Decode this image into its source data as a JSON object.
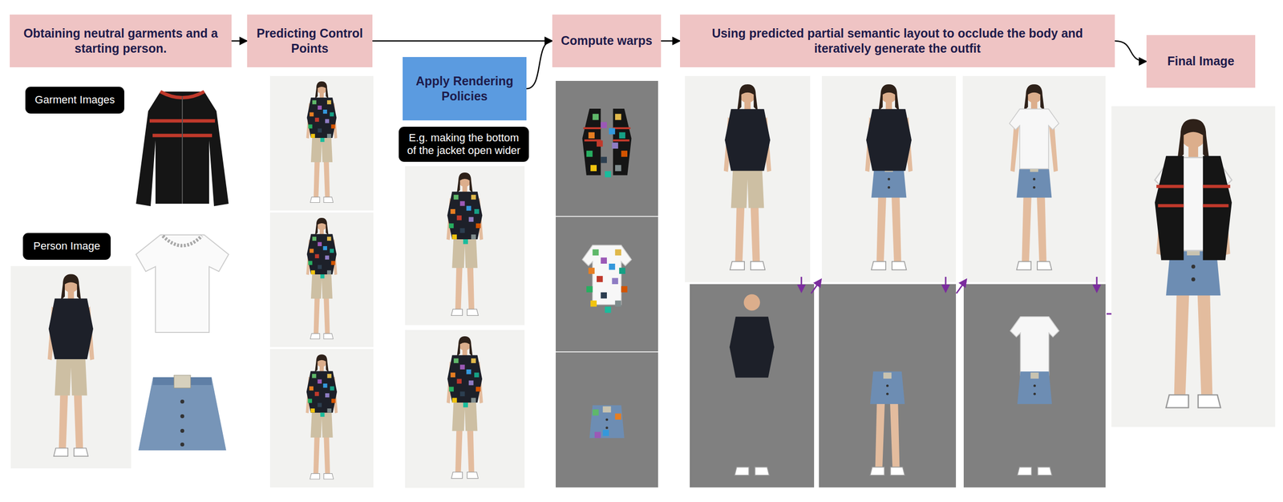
{
  "diagram": {
    "nodes": [
      {
        "text": [
          "Obtaining neutral garments and a starting person."
        ]
      },
      {
        "text": [
          "Garment Images"
        ]
      },
      {
        "text": [
          "Person Image"
        ]
      },
      {
        "text": [
          "Predicting Control Points"
        ]
      },
      {
        "text": [
          "Apply Rendering Policies"
        ]
      },
      {
        "text": [
          "E.g. making the bottom of the jacket open wider"
        ]
      },
      {
        "text": [
          "Compute warps"
        ]
      },
      {
        "text": [
          "Using predicted partial semantic layout to occlude the body and iteratively generate the outfit"
        ]
      },
      {
        "text": [
          "Final Image"
        ]
      }
    ],
    "edges": [
      {
        "from": 0,
        "to": 3,
        "arrow": "to"
      },
      {
        "from": 3,
        "to": 6,
        "arrow": "to"
      },
      {
        "from": 4,
        "to": 6,
        "arrow": "to"
      },
      {
        "from": 6,
        "to": 7,
        "arrow": "to"
      },
      {
        "from": 7,
        "to": 8,
        "arrow": "to"
      }
    ]
  }
}
